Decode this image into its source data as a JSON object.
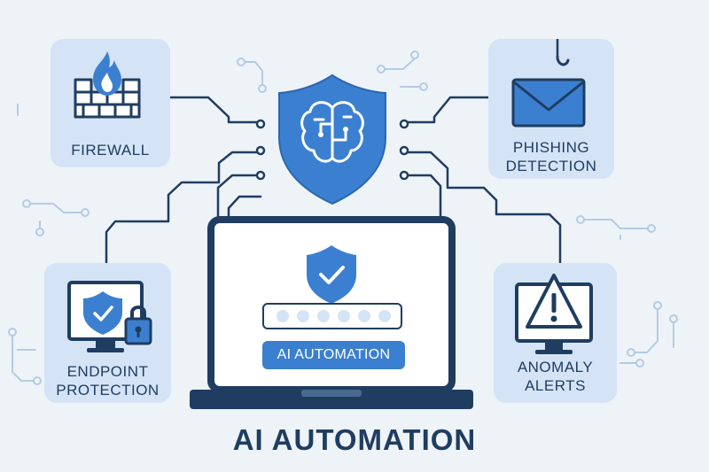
{
  "title": "AI AUTOMATION",
  "laptop_button": "AI AUTOMATION",
  "password_dots": 6,
  "cards": {
    "firewall": {
      "label": "FIREWALL",
      "icon": "firewall-icon"
    },
    "phishing": {
      "label_line1": "PHISHING",
      "label_line2": "DETECTION",
      "icon": "phishing-email-icon"
    },
    "endpoint": {
      "label_line1": "ENDPOINT",
      "label_line2": "PROTECTION",
      "icon": "monitor-shield-lock-icon"
    },
    "anomaly": {
      "label_line1": "ANOMALY",
      "label_line2": "ALERTS",
      "icon": "warning-monitor-icon"
    }
  },
  "colors": {
    "background": "#eef3f8",
    "card": "#d4e4f6",
    "navy": "#1f3d61",
    "accent_blue": "#3b7fd0",
    "light_circuit": "#b3cbe6"
  }
}
